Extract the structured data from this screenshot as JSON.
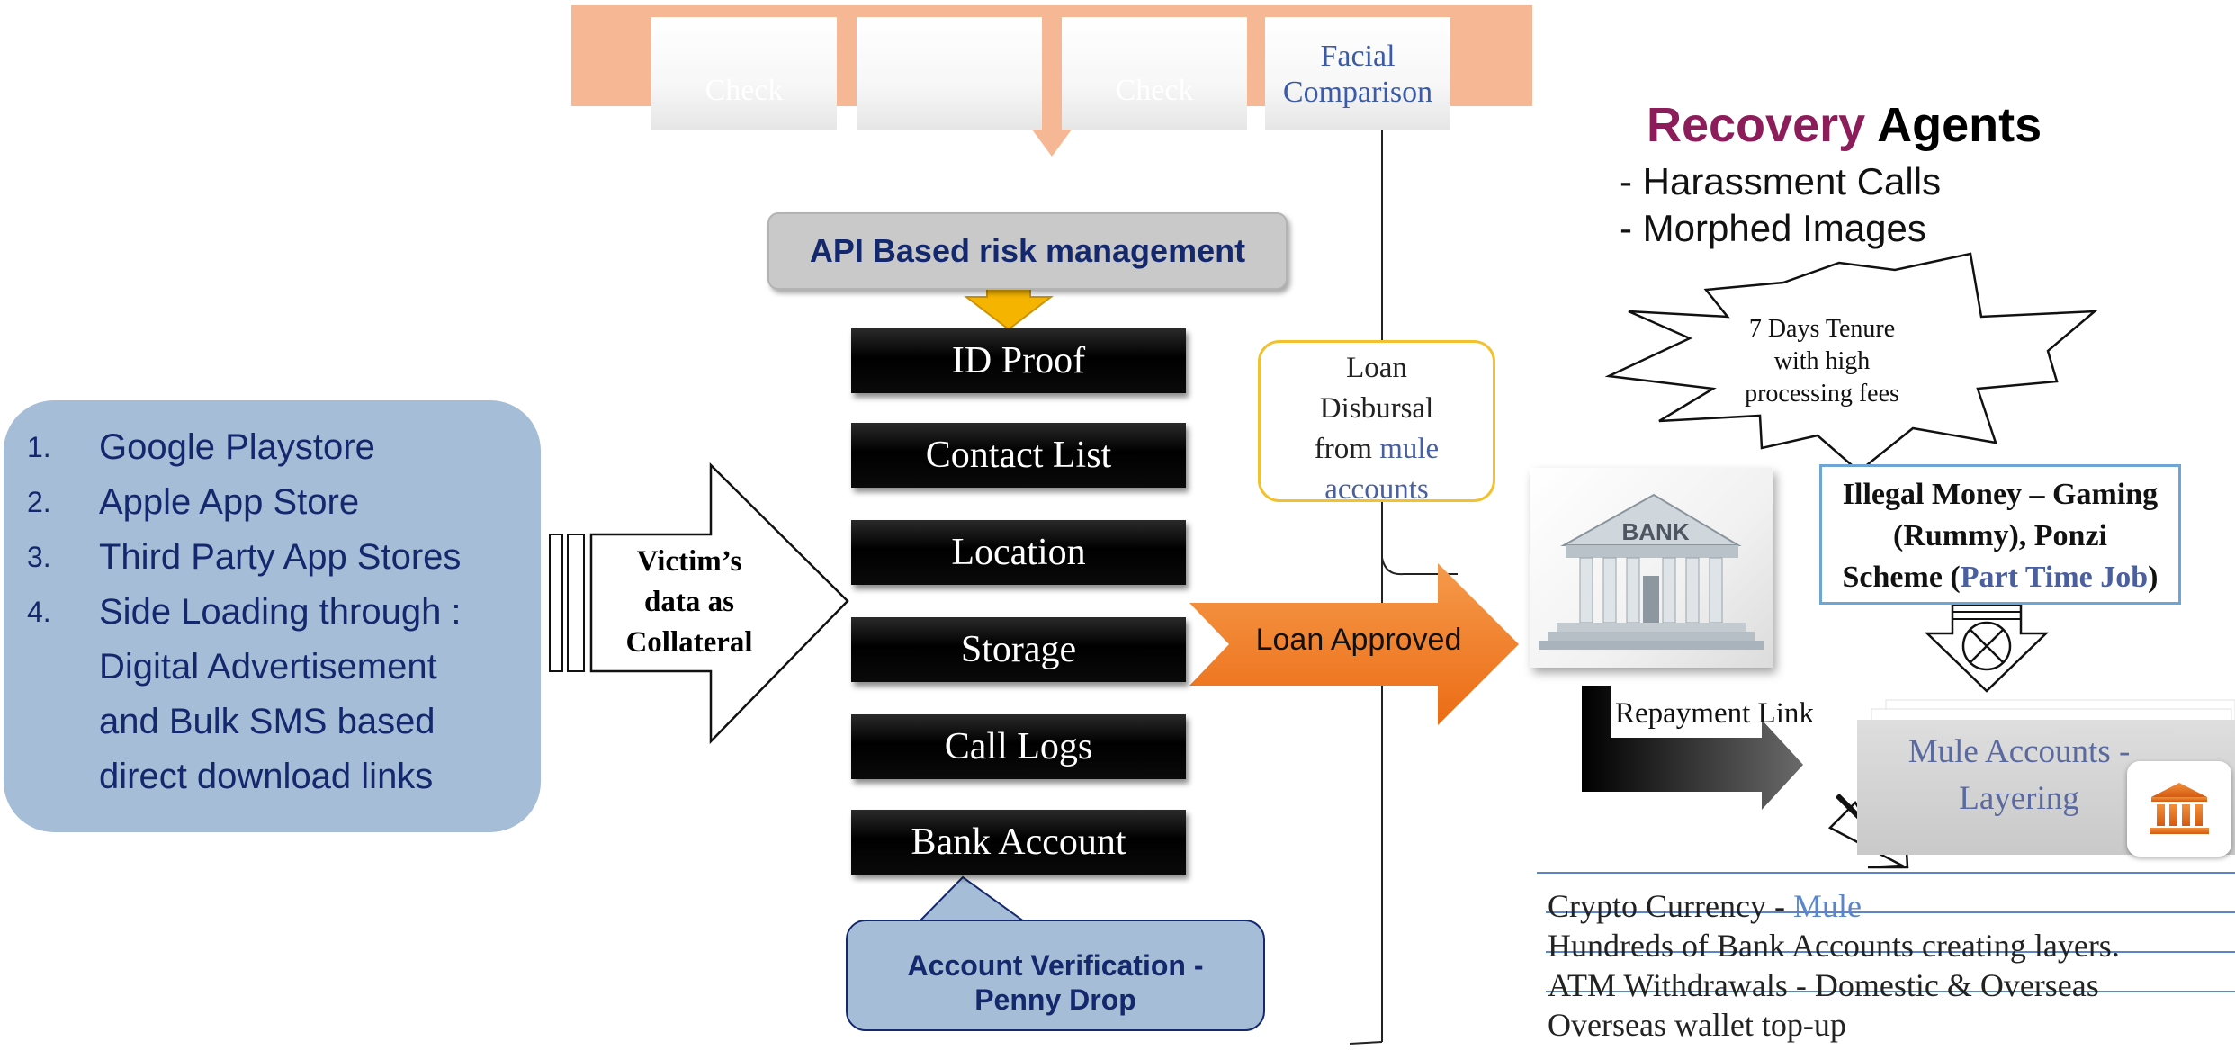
{
  "colors": {
    "banner": "#f6b894",
    "navy": "#14286e",
    "orange": "#f07c28",
    "light_blue_box": "#a5bdd7",
    "gold": "#f2c12e",
    "recovery_purple": "#8c1d5a"
  },
  "top_banner": {
    "boxes": [
      "Check",
      "",
      "Check",
      "Facial Comparison"
    ]
  },
  "api_box": {
    "label": "API Based risk management"
  },
  "data_boxes": [
    "ID Proof",
    "Contact List",
    "Location",
    "Storage",
    "Call Logs",
    "Bank Account"
  ],
  "app_sources": {
    "items": [
      {
        "num": "1.",
        "text": "Google Playstore"
      },
      {
        "num": "2.",
        "text": "Apple App Store"
      },
      {
        "num": "3.",
        "text": "Third Party App Stores"
      },
      {
        "num": "4.",
        "text": "Side Loading through :"
      },
      {
        "num": "",
        "text": "Digital Advertisement"
      },
      {
        "num": "",
        "text": "and Bulk SMS based"
      },
      {
        "num": "",
        "text": "direct download links"
      }
    ]
  },
  "victim_arrow": {
    "line1": "Victim’s",
    "line2": "data as",
    "line3": "Collateral"
  },
  "loan_disbursal": {
    "line1": "Loan",
    "line2": "Disbursal",
    "line3_prefix": "from ",
    "line3_highlight": "mule",
    "line4": "accounts"
  },
  "loan_approved": {
    "label": "Loan Approved"
  },
  "penny_drop": {
    "line1": "Account Verification -",
    "line2": "Penny Drop"
  },
  "recovery": {
    "title_part1": "Recovery",
    "title_part2": " Agents",
    "bullets": [
      "- Harassment Calls",
      "- Morphed Images"
    ]
  },
  "tenure_burst": {
    "line1": "7 Days Tenure",
    "line2": "with high",
    "line3": "processing fees"
  },
  "bank_icon": {
    "sign": "BANK",
    "icon": "bank-building-icon"
  },
  "illegal_money": {
    "line1": "Illegal Money – Gaming",
    "line2": "(Rummy), Ponzi",
    "line3_prefix": "Scheme (",
    "line3_highlight": "Part Time Job",
    "line3_suffix": ")"
  },
  "repayment": {
    "label": "Repayment Link"
  },
  "mule_accounts": {
    "line1": "Mule Accounts -",
    "line2": "Layering",
    "icon": "bank-icon"
  },
  "outflows": {
    "line1_prefix": "Crypto Currency - ",
    "line1_highlight": "Mule",
    "line2": "Hundreds of  Bank Accounts creating layers.",
    "line3": "ATM Withdrawals - Domestic & Overseas",
    "line4": "Overseas wallet top-up"
  }
}
